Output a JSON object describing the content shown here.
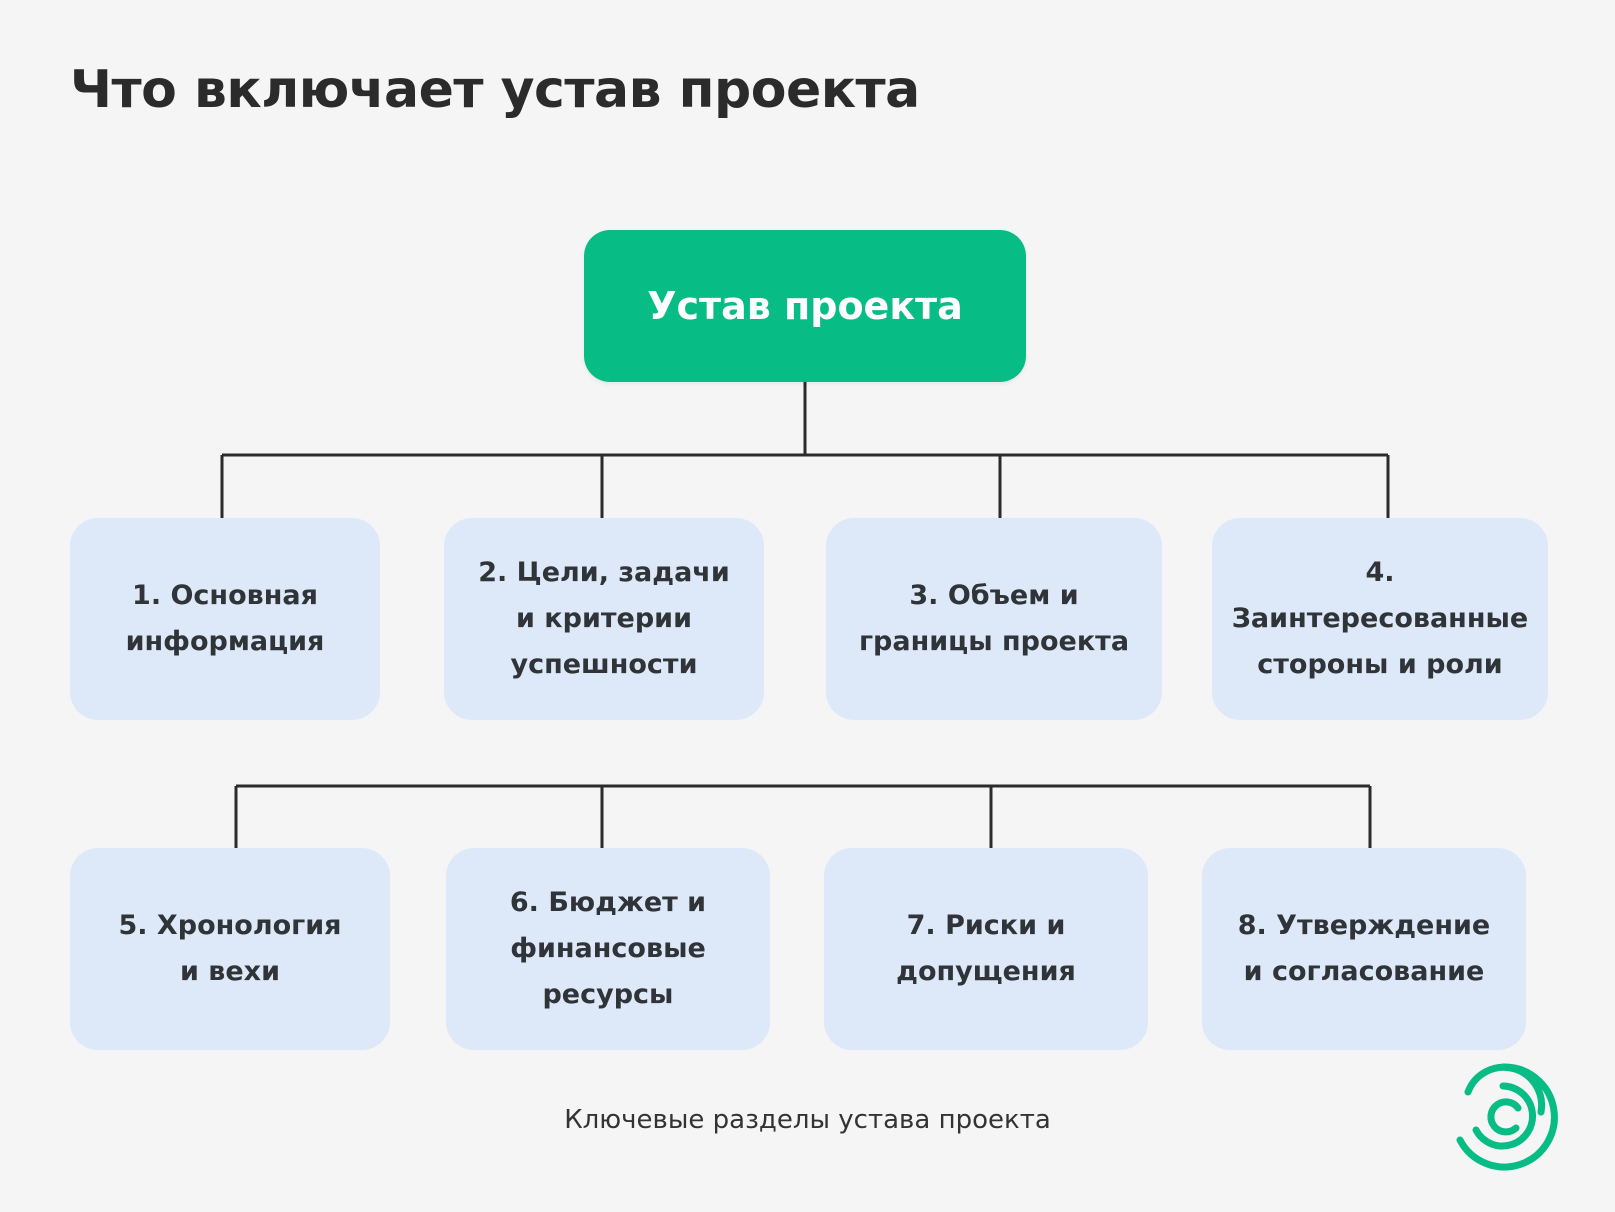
{
  "title": "Что включает устав проекта",
  "root": {
    "label": "Устав проекта"
  },
  "sections": [
    {
      "label": "1. Основная\nинформация"
    },
    {
      "label": "2. Цели, задачи\nи критерии\nуспешности"
    },
    {
      "label": "3. Объем и\nграницы проекта"
    },
    {
      "label": "4. Заинтересованные\nстороны и роли"
    },
    {
      "label": "5. Хронология\nи вехи"
    },
    {
      "label": "6. Бюджет и\nфинансовые\nресурсы"
    },
    {
      "label": "7. Риски и\nдопущения"
    },
    {
      "label": "8. Утверждение\nи согласование"
    }
  ],
  "caption": "Ключевые разделы устава проекта",
  "colors": {
    "root": "#07bd85",
    "node": "#dde9f9",
    "line": "#2b2b2b",
    "logo": "#07bd85"
  },
  "logo_icon": "spiral-logo"
}
